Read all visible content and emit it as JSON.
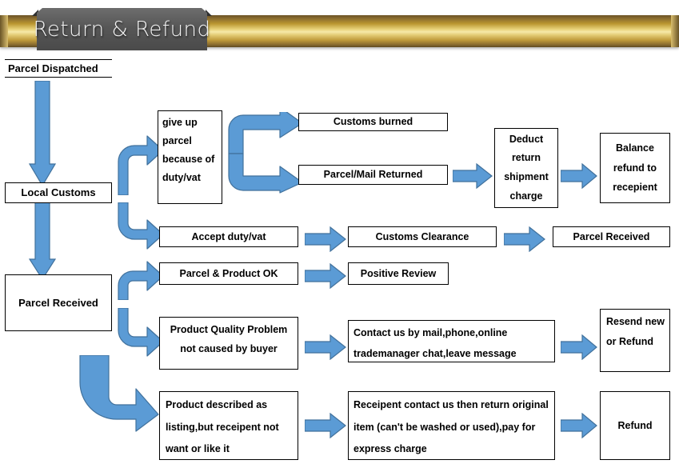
{
  "header": {
    "title": "Return & Refund",
    "bar_color": "#c9a84c",
    "plate_color": "#575757"
  },
  "theme": {
    "arrow_fill": "#5B9BD5",
    "arrow_stroke": "#41719C",
    "box_border": "#000000",
    "box_fill": "#FFFFFF",
    "text_color": "#000000"
  },
  "flow": {
    "nodes": [
      {
        "id": "parcel-dispatched",
        "label": "Parcel Dispatched"
      },
      {
        "id": "local-customs",
        "label": "Local Customs"
      },
      {
        "id": "parcel-received-left",
        "label": "Parcel Received"
      },
      {
        "id": "give-up-parcel",
        "label": "give up parcel because of duty/vat"
      },
      {
        "id": "customs-burned",
        "label": "Customs burned"
      },
      {
        "id": "parcel-mail-returned",
        "label": "Parcel/Mail Returned"
      },
      {
        "id": "deduct-return-charge",
        "label": "Deduct return shipment charge"
      },
      {
        "id": "balance-refund",
        "label": "Balance refund to recepient"
      },
      {
        "id": "accept-duty-vat",
        "label": "Accept duty/vat"
      },
      {
        "id": "customs-clearance",
        "label": "Customs Clearance"
      },
      {
        "id": "parcel-received-right",
        "label": "Parcel Received"
      },
      {
        "id": "parcel-product-ok",
        "label": "Parcel & Product OK"
      },
      {
        "id": "positive-review",
        "label": "Positive Review"
      },
      {
        "id": "product-quality-problem",
        "label": "Product Quality Problem not caused by buyer"
      },
      {
        "id": "contact-us",
        "label": "Contact us by mail,phone,online trademanager chat,leave message"
      },
      {
        "id": "resend-or-refund",
        "label": "Resend new or Refund"
      },
      {
        "id": "product-described",
        "label": "Product described as listing,but receipent not want or like it"
      },
      {
        "id": "recipient-return",
        "label": "Receipent contact us then return original item (can't be washed or used),pay for express charge"
      },
      {
        "id": "refund",
        "label": "Refund"
      }
    ]
  }
}
